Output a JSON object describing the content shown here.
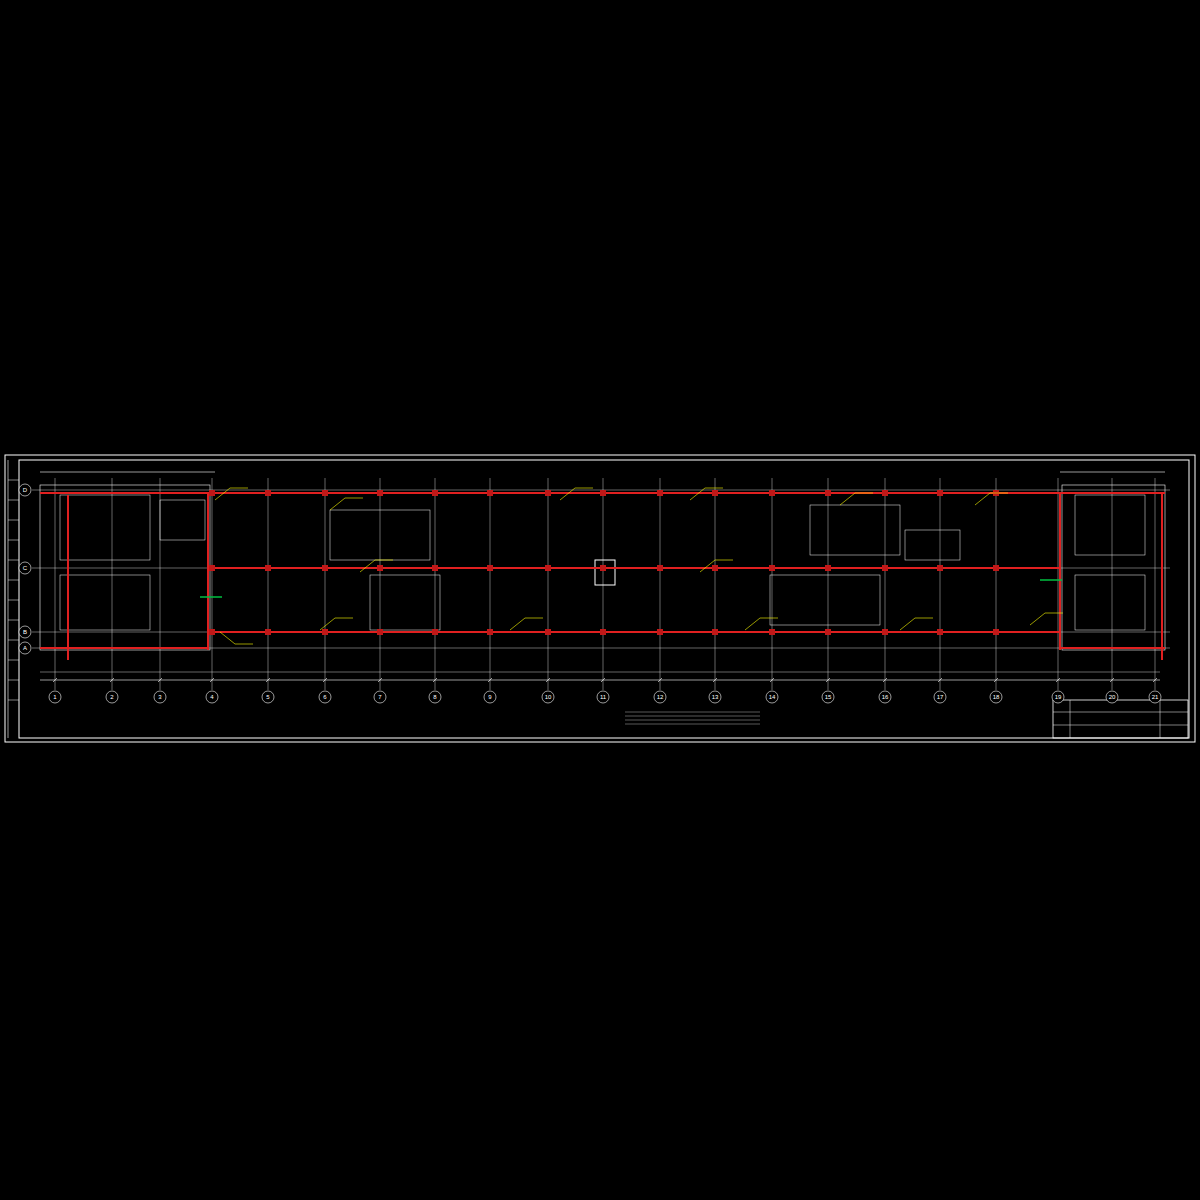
{
  "diagram": {
    "labels": [
      "1",
      "2",
      "3",
      "4",
      "5",
      "6",
      "7",
      "8",
      "9",
      "10",
      "11",
      "12",
      "13",
      "14",
      "15",
      "16",
      "17",
      "18",
      "19",
      "20",
      "21",
      "D",
      "C",
      "B",
      "A"
    ]
  }
}
